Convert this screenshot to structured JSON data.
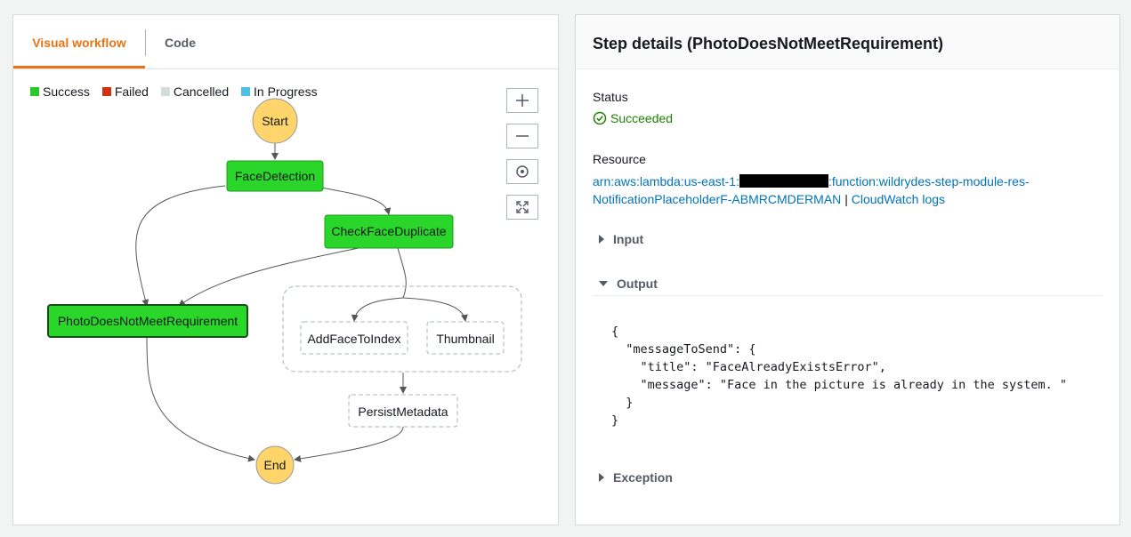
{
  "tabs": {
    "visual_label": "Visual workflow",
    "code_label": "Code"
  },
  "legend": [
    {
      "label": "Success",
      "color": "#2bc82b"
    },
    {
      "label": "Failed",
      "color": "#d13212"
    },
    {
      "label": "Cancelled",
      "color": "#d5dbdb"
    },
    {
      "label": "In Progress",
      "color": "#4fbfe8"
    }
  ],
  "workflow": {
    "start": "Start",
    "end": "End",
    "face_detection": "FaceDetection",
    "check_face_duplicate": "CheckFaceDuplicate",
    "photo_does_not_meet": "PhotoDoesNotMeetRequirement",
    "add_face_to_index": "AddFaceToIndex",
    "thumbnail": "Thumbnail",
    "persist_metadata": "PersistMetadata"
  },
  "zoom": {
    "zoom_in_icon": "plus-icon",
    "zoom_out_icon": "minus-icon",
    "center_icon": "target-icon",
    "fit_icon": "expand-icon"
  },
  "details": {
    "title": "Step details (PhotoDoesNotMeetRequirement)",
    "status_label": "Status",
    "status_value": "Succeeded",
    "resource_label": "Resource",
    "resource_arn_prefix": "arn:aws:lambda:us-east-1:",
    "resource_arn_suffix": ":function:wildrydes-step-module-res-",
    "resource_arn_line2": "NotificationPlaceholderF-ABMRCMDERMAN",
    "separator": "|",
    "cloudwatch_link": "CloudWatch logs",
    "input_label": "Input",
    "output_label": "Output",
    "exception_label": "Exception",
    "output_json": "{\n  \"messageToSend\": {\n    \"title\": \"FaceAlreadyExistsError\",\n    \"message\": \"Face in the picture is already in the system. \"\n  }\n}"
  }
}
